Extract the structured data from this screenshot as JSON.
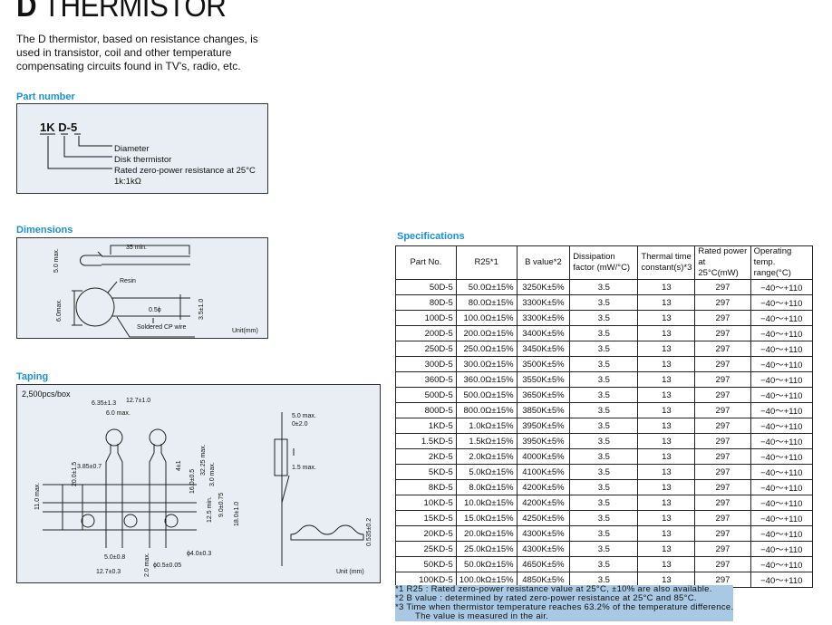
{
  "title_bold": "D",
  "title_rest": " THERMISTOR",
  "intro": "The D thermistor, based on resistance changes, is used in transistor, coil and other temperature compensating circuits found in TV's, radio, etc.",
  "part_number": {
    "heading": "Part  number",
    "code": [
      "1K",
      "D",
      "-5"
    ],
    "labels": [
      "Diameter",
      "Disk thermistor",
      "Rated zero-power resistance at 25°C"
    ],
    "example": "1k:1kΩ"
  },
  "dimensions": {
    "heading": "Dimensions",
    "labels": {
      "length": "35 min.",
      "thick": "5.0 max.",
      "dia": "6.0max.",
      "resin": "Resin",
      "wire_dia": "0.5ϕ",
      "pitch": "3.5±1.0",
      "wire": "Soldered CP wire",
      "unit": "Unit(mm)"
    }
  },
  "taping": {
    "heading": "Taping",
    "qty": "2,500pcs/box",
    "labels": [
      "6.35±1.3",
      "12.7±1.0",
      "6.0 max.",
      "3.85±0.7",
      "20.0±1.5",
      "11.0 max.",
      "4±1",
      "16.0±0.5",
      "32.25 max.",
      "3.0 max.",
      "9.0±0.75",
      "12.5 min.",
      "18.0±1.0",
      "5.0±0.8",
      "ϕ4.0±0.3",
      "2.0 max.",
      "ϕ0.5±0.05",
      "12.7±0.3",
      "5.0 max.",
      "0±2.0",
      "1.5 max.",
      "0.535±0.2"
    ],
    "unit": "Unit (mm)"
  },
  "specs": {
    "heading": "Specifications",
    "columns": [
      "Part No.",
      "R25*1",
      "B value*2",
      "Dissipation factor (mW/°C)",
      "Thermal time constant(s)*3",
      "Rated power at 25°C(mW)",
      "Operating temp. range(°C)"
    ],
    "rows": [
      [
        "50D-5",
        "50.0Ω±15%",
        "3250K±5%",
        "3.5",
        "13",
        "297",
        "−40～+110"
      ],
      [
        "80D-5",
        "80.0Ω±15%",
        "3300K±5%",
        "3.5",
        "13",
        "297",
        "−40～+110"
      ],
      [
        "100D-5",
        "100.0Ω±15%",
        "3300K±5%",
        "3.5",
        "13",
        "297",
        "−40～+110"
      ],
      [
        "200D-5",
        "200.0Ω±15%",
        "3400K±5%",
        "3.5",
        "13",
        "297",
        "−40～+110"
      ],
      [
        "250D-5",
        "250.0Ω±15%",
        "3450K±5%",
        "3.5",
        "13",
        "297",
        "−40～+110"
      ],
      [
        "300D-5",
        "300.0Ω±15%",
        "3500K±5%",
        "3.5",
        "13",
        "297",
        "−40～+110"
      ],
      [
        "360D-5",
        "360.0Ω±15%",
        "3550K±5%",
        "3.5",
        "13",
        "297",
        "−40～+110"
      ],
      [
        "500D-5",
        "500.0Ω±15%",
        "3650K±5%",
        "3.5",
        "13",
        "297",
        "−40～+110"
      ],
      [
        "800D-5",
        "800.0Ω±15%",
        "3850K±5%",
        "3.5",
        "13",
        "297",
        "−40～+110"
      ],
      [
        "1KD-5",
        "1.0kΩ±15%",
        "3950K±5%",
        "3.5",
        "13",
        "297",
        "−40～+110"
      ],
      [
        "1.5KD-5",
        "1.5kΩ±15%",
        "3950K±5%",
        "3.5",
        "13",
        "297",
        "−40～+110"
      ],
      [
        "2KD-5",
        "2.0kΩ±15%",
        "4000K±5%",
        "3.5",
        "13",
        "297",
        "−40～+110"
      ],
      [
        "5KD-5",
        "5.0kΩ±15%",
        "4100K±5%",
        "3.5",
        "13",
        "297",
        "−40～+110"
      ],
      [
        "8KD-5",
        "8.0kΩ±15%",
        "4200K±5%",
        "3.5",
        "13",
        "297",
        "−40～+110"
      ],
      [
        "10KD-5",
        "10.0kΩ±15%",
        "4200K±5%",
        "3.5",
        "13",
        "297",
        "−40～+110"
      ],
      [
        "15KD-5",
        "15.0kΩ±15%",
        "4250K±5%",
        "3.5",
        "13",
        "297",
        "−40～+110"
      ],
      [
        "20KD-5",
        "20.0kΩ±15%",
        "4300K±5%",
        "3.5",
        "13",
        "297",
        "−40～+110"
      ],
      [
        "25KD-5",
        "25.0kΩ±15%",
        "4300K±5%",
        "3.5",
        "13",
        "297",
        "−40～+110"
      ],
      [
        "50KD-5",
        "50.0kΩ±15%",
        "4650K±5%",
        "3.5",
        "13",
        "297",
        "−40～+110"
      ],
      [
        "100KD-5",
        "100.0kΩ±15%",
        "4850K±5%",
        "3.5",
        "13",
        "297",
        "−40～+110"
      ]
    ],
    "notes": [
      "*1  R25 : Rated zero-power resistance value at 25°C, ±10% are also available.",
      "*2  B value : determined by rated zero-power resistance at 25°C and 85°C.",
      "*3  Time when thermistor temperature reaches 63.2% of the temperature difference.",
      "The value is measured in the air."
    ]
  }
}
